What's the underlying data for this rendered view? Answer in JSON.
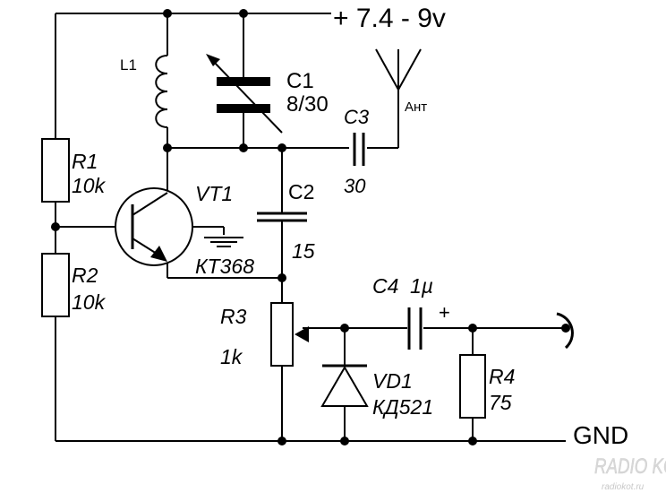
{
  "supply": {
    "label": "+ 7.4 - 9v"
  },
  "ground": {
    "label": "GND"
  },
  "antenna": {
    "label": "Ант"
  },
  "components": {
    "L1": {
      "ref": "L1"
    },
    "C1": {
      "ref": "C1",
      "value": "8/30"
    },
    "C2": {
      "ref": "C2",
      "value": "15"
    },
    "C3": {
      "ref": "C3",
      "value": "30"
    },
    "C4": {
      "ref": "C4",
      "value": "1µ",
      "polarity": "+"
    },
    "R1": {
      "ref": "R1",
      "value": "10k"
    },
    "R2": {
      "ref": "R2",
      "value": "10k"
    },
    "R3": {
      "ref": "R3",
      "value": "1k"
    },
    "R4": {
      "ref": "R4",
      "value": "75"
    },
    "VT1": {
      "ref": "VT1",
      "value": "КТ368"
    },
    "VD1": {
      "ref": "VD1",
      "value": "КД521"
    }
  },
  "watermark": {
    "logo": "RADIO KOT",
    "url": "radiokot.ru"
  },
  "colors": {
    "ink": "#000000",
    "background": "#ffffff",
    "watermark": "#d8d8d8"
  }
}
